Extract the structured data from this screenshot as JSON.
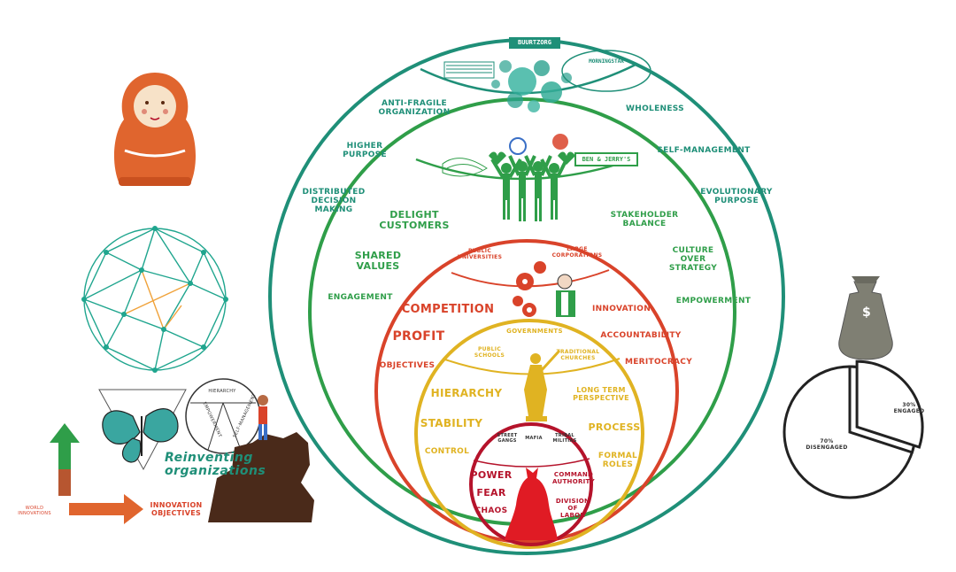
{
  "colors": {
    "teal": "#1f8f78",
    "green": "#2f9e49",
    "orange": "#d9432a",
    "amber": "#e0b322",
    "red": "#b5132b",
    "doll": "#e0652e",
    "moneybag": "#7f7f73"
  },
  "logos": {
    "buurtzorg": "BUURTZORG",
    "morningstar": "MORNINGSTAR",
    "ben_jerrys": "BEN & JERRY'S"
  },
  "teal_ring": {
    "items": [
      "ANTI-FRAGILE\nORGANIZATION",
      "WHOLENESS",
      "HIGHER\nPURPOSE",
      "SELF-MANAGEMENT",
      "DISTRIBUTED\nDECISION\nMAKING",
      "EVOLUTIONARY\nPURPOSE"
    ]
  },
  "green_ring": {
    "items": [
      "DELIGHT\nCUSTOMERS",
      "STAKEHOLDER\nBALANCE",
      "SHARED\nVALUES",
      "CULTURE\nOVER\nSTRATEGY",
      "ENGAGEMENT",
      "EMPOWERMENT"
    ]
  },
  "orange_ring": {
    "examples": [
      "PUBLIC\nUNIVERSITIES",
      "LARGE\nCORPORATIONS"
    ],
    "items": [
      "COMPETITION",
      "INNOVATION",
      "PROFIT",
      "ACCOUNTABILITY",
      "OBJECTIVES",
      "MERITOCRACY"
    ]
  },
  "amber_ring": {
    "examples": [
      "GOVERNMENTS",
      "PUBLIC\nSCHOOLS",
      "TRADITIONAL\nCHURCHES"
    ],
    "items": [
      "HIERARCHY",
      "LONG TERM\nPERSPECTIVE",
      "STABILITY",
      "PROCESS",
      "CONTROL",
      "FORMAL\nROLES"
    ]
  },
  "red_ring": {
    "examples": [
      "STREET\nGANGS",
      "MAFIA",
      "TRIBAL\nMILITIAS"
    ],
    "items": [
      "POWER",
      "FEAR",
      "CHAOS",
      "COMMAND\nAUTHORITY",
      "DIVISION\nOF\nLABOR"
    ]
  },
  "left_panel": {
    "speech_bubble": [
      "HIERARCHY",
      "EMPOWERMENT",
      "SELF-MANAGEMENT"
    ],
    "reinventing": "Reinventing\norganizations",
    "arrow_small_label": "WORLD\nINNOVATIONS",
    "innovation_objectives": "INNOVATION\nOBJECTIVES"
  },
  "pie": {
    "bag_symbol": "$",
    "slices": [
      {
        "label": "30%\nENGAGED",
        "value": 30
      },
      {
        "label": "70%\nDISENGAGED",
        "value": 70
      }
    ]
  }
}
